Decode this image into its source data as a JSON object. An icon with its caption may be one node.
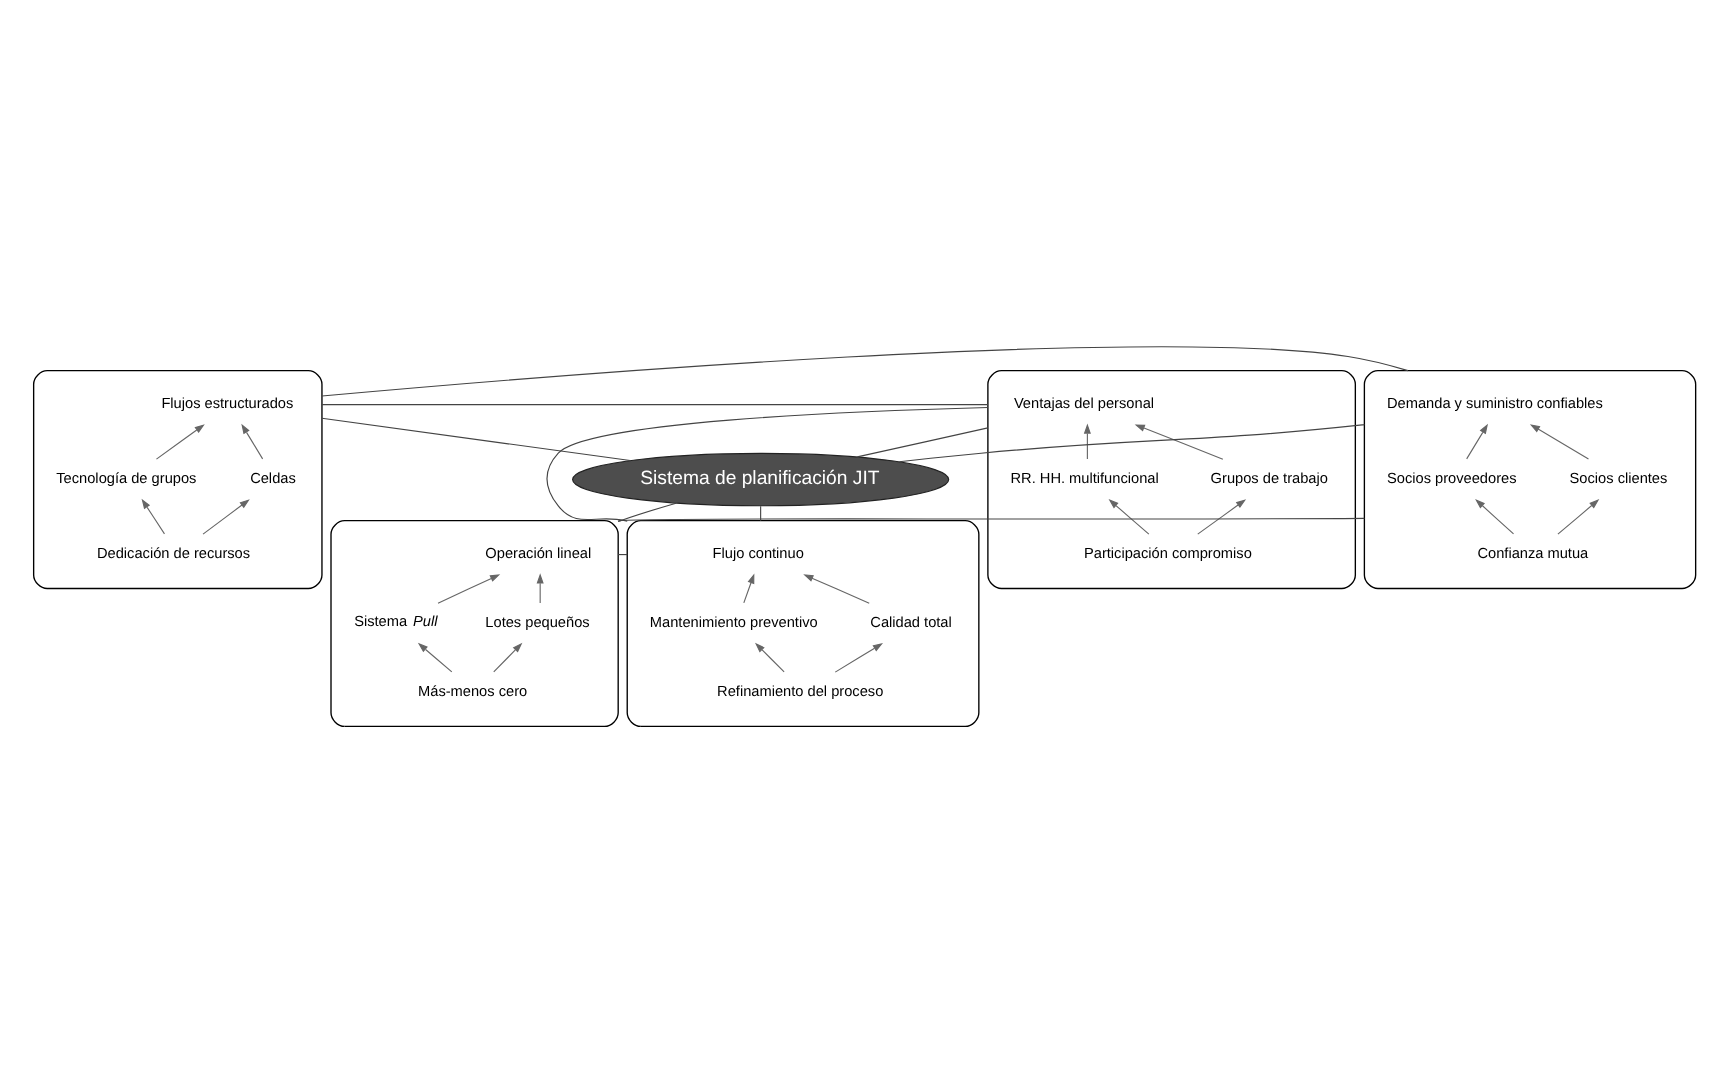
{
  "diagram": {
    "nodes": [
      {
        "text": [],
        "shape": "ellipse"
      },
      {
        "text": [
          "Flujos estructurados"
        ],
        "in": 0
      },
      {
        "text": [
          "Tecnología de grupos"
        ],
        "in": 0
      },
      {
        "text": [
          "Celdas"
        ],
        "in": 0
      },
      {
        "text": [
          "Dedicación de recursos"
        ],
        "in": 0
      },
      {
        "text": [],
        "shape": "ellipse"
      },
      {
        "text": [
          "Ventajas del personal"
        ],
        "in": 5
      },
      {
        "text": [
          "RR. HH. multifuncional"
        ],
        "in": 5
      },
      {
        "text": [
          "Grupos de trabajo"
        ],
        "in": 5
      },
      {
        "text": [
          "Participación compromiso"
        ],
        "in": 5
      },
      {
        "text": [],
        "shape": "ellipse"
      },
      {
        "text": [
          "Demanda y suministro confiables"
        ],
        "in": 10
      },
      {
        "text": [
          "Socios proveedores"
        ],
        "in": 10
      },
      {
        "text": [
          "Socios clientes"
        ],
        "in": 10
      },
      {
        "text": [
          "Confianza mutua"
        ],
        "in": 10
      },
      {
        "text": [
          "Sistema de planificación JIT"
        ]
      },
      {
        "text": [],
        "shape": "ellipse"
      },
      {
        "text": [
          "Flujo continuo"
        ],
        "in": 16
      },
      {
        "text": [
          "Mantenimiento preventivo"
        ],
        "in": 16
      },
      {
        "text": [
          "Calidad total"
        ],
        "in": 16
      },
      {
        "text": [
          "Refinamiento del proceso"
        ],
        "in": 16
      },
      {
        "text": [],
        "shape": "ellipse"
      },
      {
        "text": [
          "Operación lineal"
        ],
        "in": 21
      },
      {
        "text": [
          "Sistema *Pull*"
        ],
        "in": 21
      },
      {
        "text": [
          "Lotes pequeños"
        ],
        "in": 21
      },
      {
        "text": [
          "Más-menos cero"
        ],
        "in": 21
      }
    ],
    "edges": [
      {
        "from": 2,
        "to": 1,
        "arrow": "to"
      },
      {
        "from": 3,
        "to": 1,
        "arrow": "to"
      },
      {
        "from": 4,
        "to": 2,
        "arrow": "to"
      },
      {
        "from": 4,
        "to": 3,
        "arrow": "to"
      },
      {
        "from": 7,
        "to": 6,
        "arrow": "to"
      },
      {
        "from": 8,
        "to": 6,
        "arrow": "to"
      },
      {
        "from": 9,
        "to": 7,
        "arrow": "to"
      },
      {
        "from": 9,
        "to": 8,
        "arrow": "to"
      },
      {
        "from": 12,
        "to": 11,
        "arrow": "to"
      },
      {
        "from": 13,
        "to": 11,
        "arrow": "to"
      },
      {
        "from": 14,
        "to": 12,
        "arrow": "to"
      },
      {
        "from": 14,
        "to": 13,
        "arrow": "to"
      },
      {
        "from": 18,
        "to": 17,
        "arrow": "to"
      },
      {
        "from": 19,
        "to": 17,
        "arrow": "to"
      },
      {
        "from": 20,
        "to": 18,
        "arrow": "to"
      },
      {
        "from": 20,
        "to": 19,
        "arrow": "to"
      },
      {
        "from": 23,
        "to": 22,
        "arrow": "to"
      },
      {
        "from": 24,
        "to": 22,
        "arrow": "to"
      },
      {
        "from": 25,
        "to": 23,
        "arrow": "to"
      },
      {
        "from": 25,
        "to": 24,
        "arrow": "to"
      },
      {
        "from": 0,
        "to": 5,
        "arrow": "none"
      },
      {
        "from": 0,
        "to": 10,
        "arrow": "none"
      },
      {
        "from": 5,
        "to": 15,
        "arrow": "none"
      },
      {
        "from": 0,
        "to": 15,
        "arrow": "none"
      },
      {
        "from": 10,
        "to": 15,
        "arrow": "none"
      },
      {
        "from": 5,
        "to": 16,
        "arrow": "none"
      },
      {
        "from": 15,
        "to": 16,
        "arrow": "none"
      },
      {
        "from": 15,
        "to": 21,
        "arrow": "none"
      },
      {
        "from": 10,
        "to": 21,
        "arrow": "none"
      },
      {
        "from": 16,
        "to": 21,
        "arrow": "none"
      }
    ]
  }
}
